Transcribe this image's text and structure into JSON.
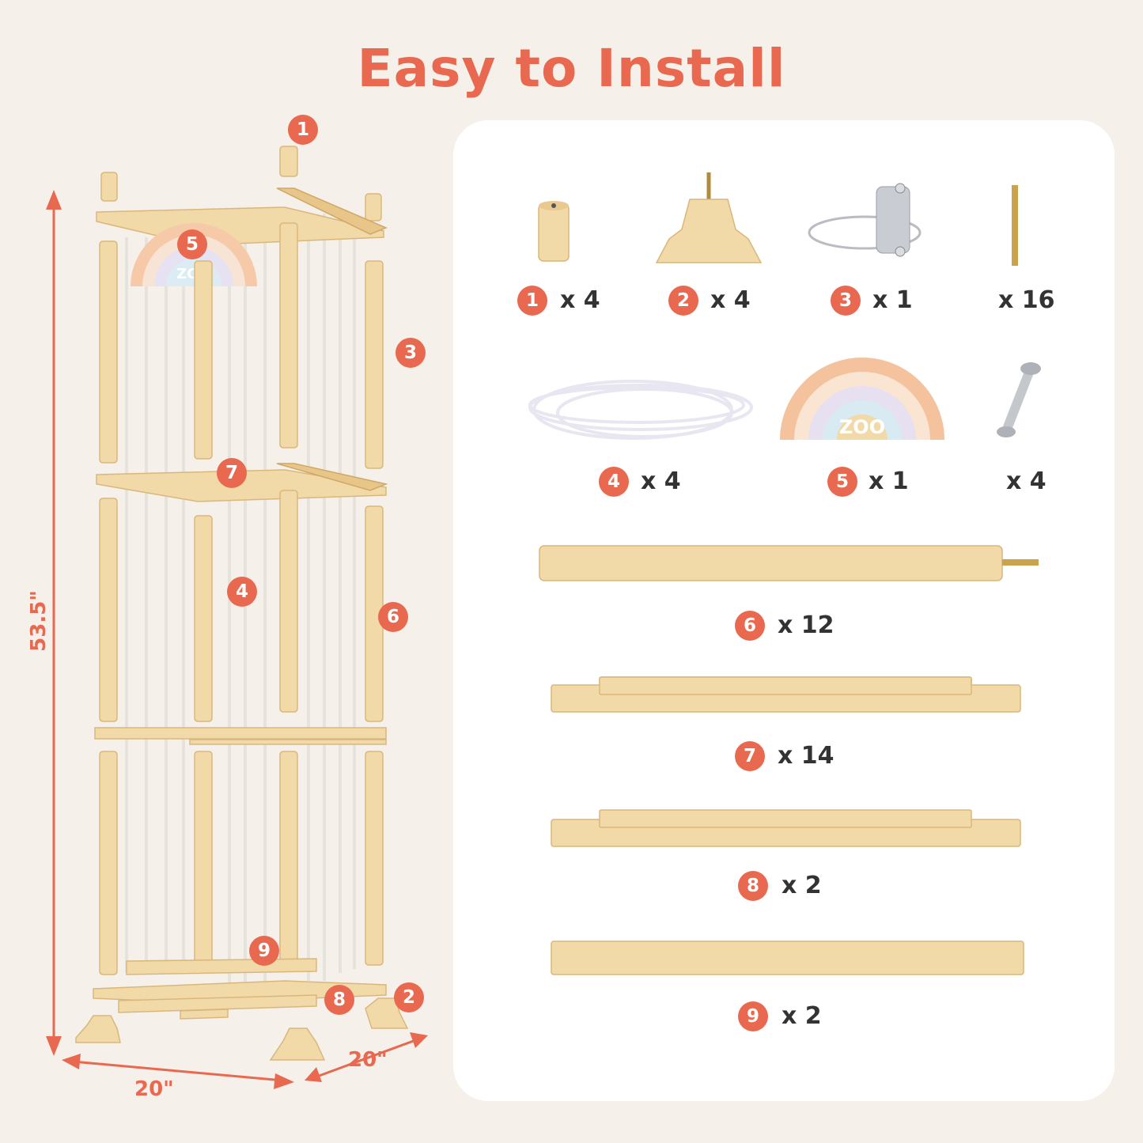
{
  "title": "Easy to Install",
  "dimensions": {
    "height": "53.5\"",
    "width": "20\"",
    "depth": "20\""
  },
  "assembly_badges": [
    "1",
    "5",
    "3",
    "7",
    "4",
    "6",
    "9",
    "8",
    "2"
  ],
  "parts": [
    {
      "badge": "1",
      "qty": "x 4"
    },
    {
      "badge": "2",
      "qty": "x 4"
    },
    {
      "badge": "3",
      "qty": "x 1"
    },
    {
      "badge": "",
      "qty": "x 16"
    },
    {
      "badge": "4",
      "qty": "x 4"
    },
    {
      "badge": "5",
      "qty": "x 1"
    },
    {
      "badge": "",
      "qty": "x 4"
    },
    {
      "badge": "6",
      "qty": "x 12"
    },
    {
      "badge": "7",
      "qty": "x 14"
    },
    {
      "badge": "8",
      "qty": "x 2"
    },
    {
      "badge": "9",
      "qty": "x 2"
    }
  ],
  "rainbow_text": "ZOO",
  "colors": {
    "accent": "#e8694f",
    "wood": "#f2d9a8",
    "background": "#f5f0ea"
  }
}
